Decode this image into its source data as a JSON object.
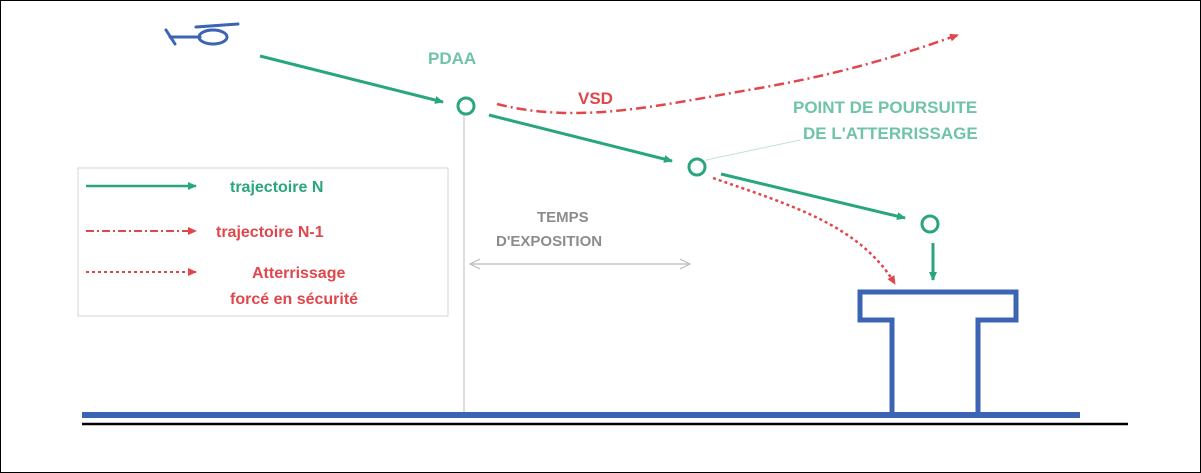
{
  "labels": {
    "pdaa": "PDAA",
    "vsd": "VSD",
    "landing_line1": "POINT DE POURSUITE",
    "landing_line2": "DE L'ATTERRISSAGE",
    "exposure_line1": "TEMPS",
    "exposure_line2": "D'EXPOSITION"
  },
  "legend": {
    "items": [
      {
        "label": "trajectoire N",
        "style": "solid",
        "color": "#2aa67f"
      },
      {
        "label": "trajectoire N-1",
        "style": "dash-dot",
        "color": "#e0474c"
      },
      {
        "label_line1": "Atterrissage",
        "label_line2": "forcé en sécurité",
        "style": "dotted",
        "color": "#e0474c"
      }
    ]
  },
  "colors": {
    "green": "#2aa67f",
    "red": "#e0474c",
    "blue": "#3b64b5",
    "grey": "#aaaaaa"
  },
  "icons": {
    "aircraft": "helicopter-icon"
  }
}
